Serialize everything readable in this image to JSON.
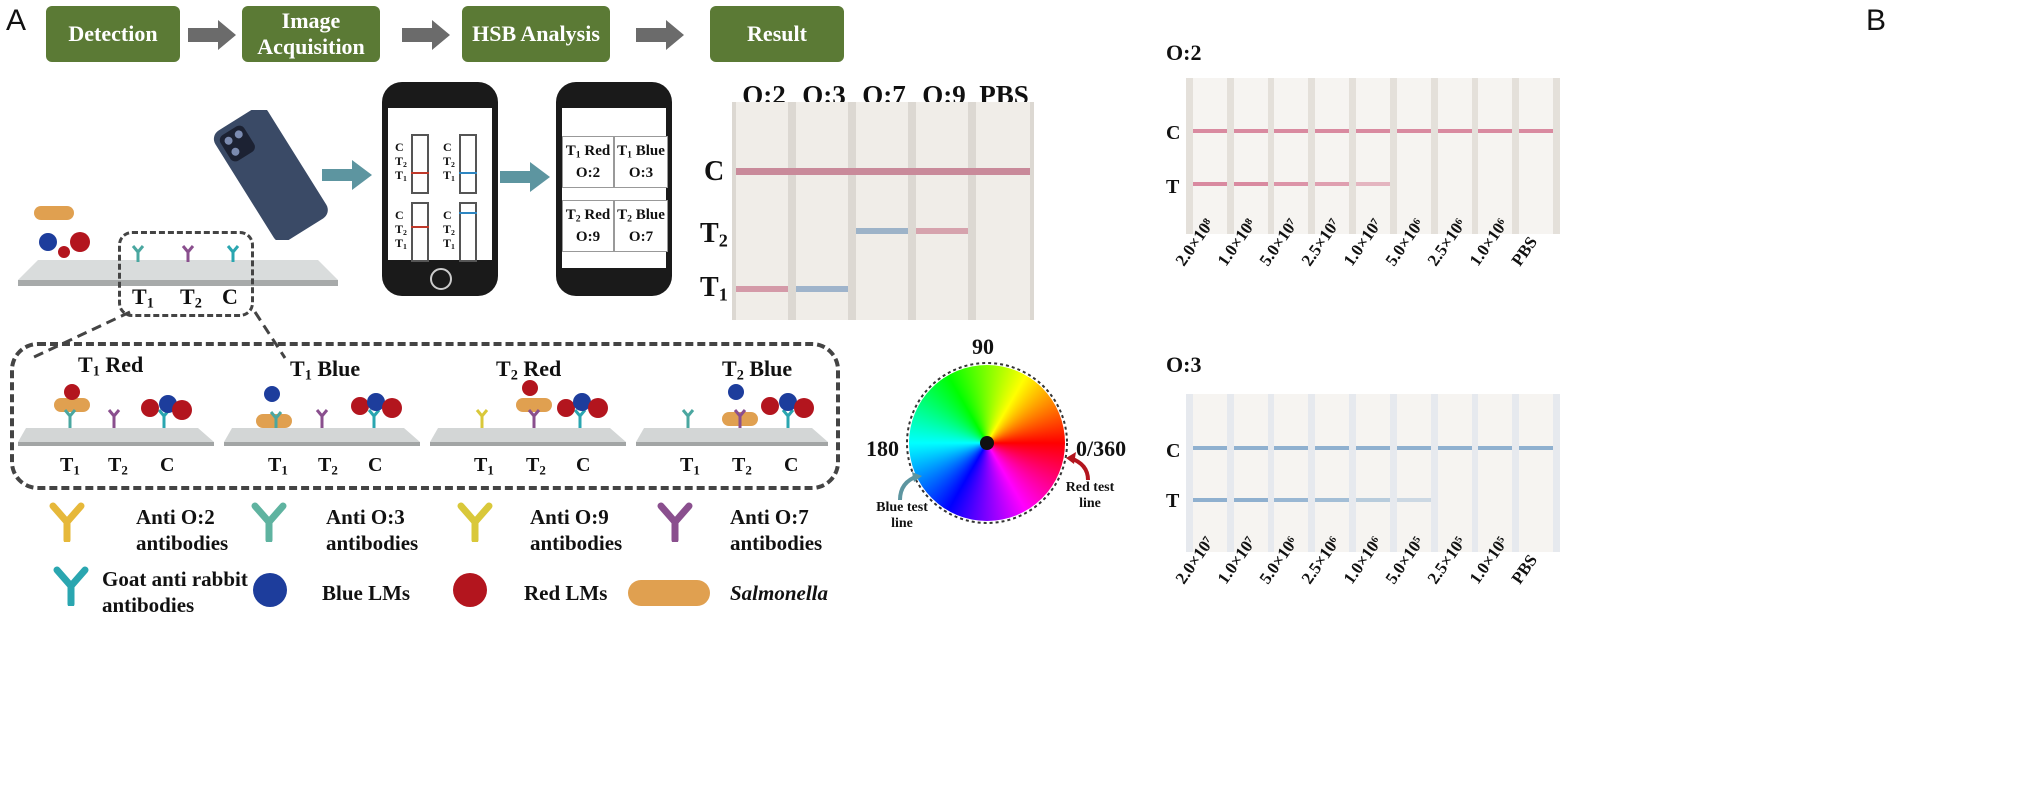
{
  "panels": {
    "a": "A",
    "b": "B"
  },
  "workflow": {
    "steps": [
      "Detection",
      "Image Acquisition",
      "HSB Analysis",
      "Result"
    ],
    "arrow_color": "#6b6b6b",
    "step_color": "#5b7a35"
  },
  "strip_labels": {
    "t1": "T",
    "t2": "T",
    "c": "C",
    "sub1": "1",
    "sub2": "2"
  },
  "phone_left": {
    "c": "C",
    "t2": "T",
    "t1": "T",
    "sub2": "2",
    "sub1": "1"
  },
  "phone_right": {
    "cells": [
      {
        "line": "T",
        "sub": "1",
        "color": "Red",
        "sero": "O:2"
      },
      {
        "line": "T",
        "sub": "1",
        "color": "Blue",
        "sero": "O:3"
      },
      {
        "line": "T",
        "sub": "2",
        "color": "Red",
        "sero": "O:9"
      },
      {
        "line": "T",
        "sub": "2",
        "color": "Blue",
        "sero": "O:7"
      }
    ]
  },
  "result_strips": {
    "headers": [
      "O:2",
      "O:3",
      "O:7",
      "O:9",
      "PBS"
    ],
    "row_labels": {
      "c": "C",
      "t2": "T",
      "t1": "T",
      "sub2": "2",
      "sub1": "1"
    }
  },
  "scenarios": [
    {
      "line": "T",
      "sub": "1",
      "color": "Red"
    },
    {
      "line": "T",
      "sub": "1",
      "color": "Blue"
    },
    {
      "line": "T",
      "sub": "2",
      "color": "Red"
    },
    {
      "line": "T",
      "sub": "2",
      "color": "Blue"
    }
  ],
  "scenario_labels": {
    "t1": "T",
    "t2": "T",
    "c": "C",
    "sub1": "1",
    "sub2": "2"
  },
  "hue_wheel": {
    "top": "90",
    "left": "180",
    "right": "0/360",
    "blue_note": "Blue test line",
    "red_note": "Red test line"
  },
  "legend": [
    {
      "icon": "anti-o2-antibody",
      "color": "#e6b83a",
      "text1": "Anti O:2",
      "text2": "antibodies"
    },
    {
      "icon": "anti-o3-antibody",
      "color": "#5fb3a0",
      "text1": "Anti O:3",
      "text2": "antibodies"
    },
    {
      "icon": "anti-o9-antibody",
      "color": "#d9c83a",
      "text1": "Anti O:9",
      "text2": "antibodies"
    },
    {
      "icon": "anti-o7-antibody",
      "color": "#8a4f8e",
      "text1": "Anti O:7",
      "text2": "antibodies"
    },
    {
      "icon": "goat-anti-rabbit-antibody",
      "color": "#2aa6b0",
      "text1": "Goat anti rabbit",
      "text2": "antibodies"
    },
    {
      "icon": "blue-lm",
      "color": "#1d3d9c",
      "text1": "Blue LMs",
      "text2": ""
    },
    {
      "icon": "red-lm",
      "color": "#b3151e",
      "text1": "Red LMs",
      "text2": ""
    },
    {
      "icon": "salmonella",
      "color": "#e0a050",
      "text1": "Salmonella",
      "text2": ""
    }
  ],
  "panel_b": {
    "o2": {
      "title": "O:2",
      "c": "C",
      "t": "T",
      "conc": [
        "2.0×10⁸",
        "1.0×10⁸",
        "5.0×10⁷",
        "2.5×10⁷",
        "1.0×10⁷",
        "5.0×10⁶",
        "2.5×10⁶",
        "1.0×10⁶",
        "PBS"
      ],
      "line_color": "#d98aa0"
    },
    "o3": {
      "title": "O:3",
      "c": "C",
      "t": "T",
      "conc": [
        "2.0×10⁷",
        "1.0×10⁷",
        "5.0×10⁶",
        "2.5×10⁶",
        "1.0×10⁶",
        "5.0×10⁵",
        "2.5×10⁵",
        "1.0×10⁵",
        "PBS"
      ],
      "line_color": "#8fb0cf"
    }
  }
}
